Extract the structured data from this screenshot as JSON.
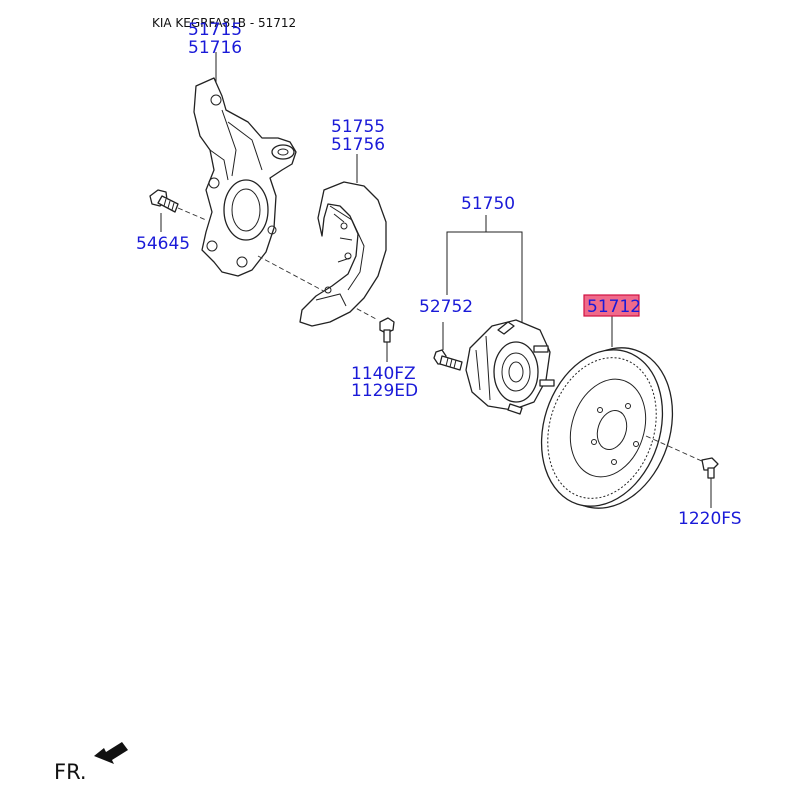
{
  "header": {
    "title": "KIA KEGRFA81B - 51712"
  },
  "parts": [
    {
      "number": "51715"
    },
    {
      "number": "51716"
    },
    {
      "number": "54645"
    },
    {
      "number": "51755"
    },
    {
      "number": "51756"
    },
    {
      "number": "1140FZ"
    },
    {
      "number": "1129ED"
    },
    {
      "number": "51750"
    },
    {
      "number": "52752"
    },
    {
      "number": "51712",
      "highlighted": true
    },
    {
      "number": "1220FS"
    }
  ],
  "direction_label": "FR.",
  "colors": {
    "part_number_text": "#1a1ad8",
    "highlight_fill": "#f06a8a",
    "highlight_border": "#d01040",
    "line_art": "#222222"
  }
}
